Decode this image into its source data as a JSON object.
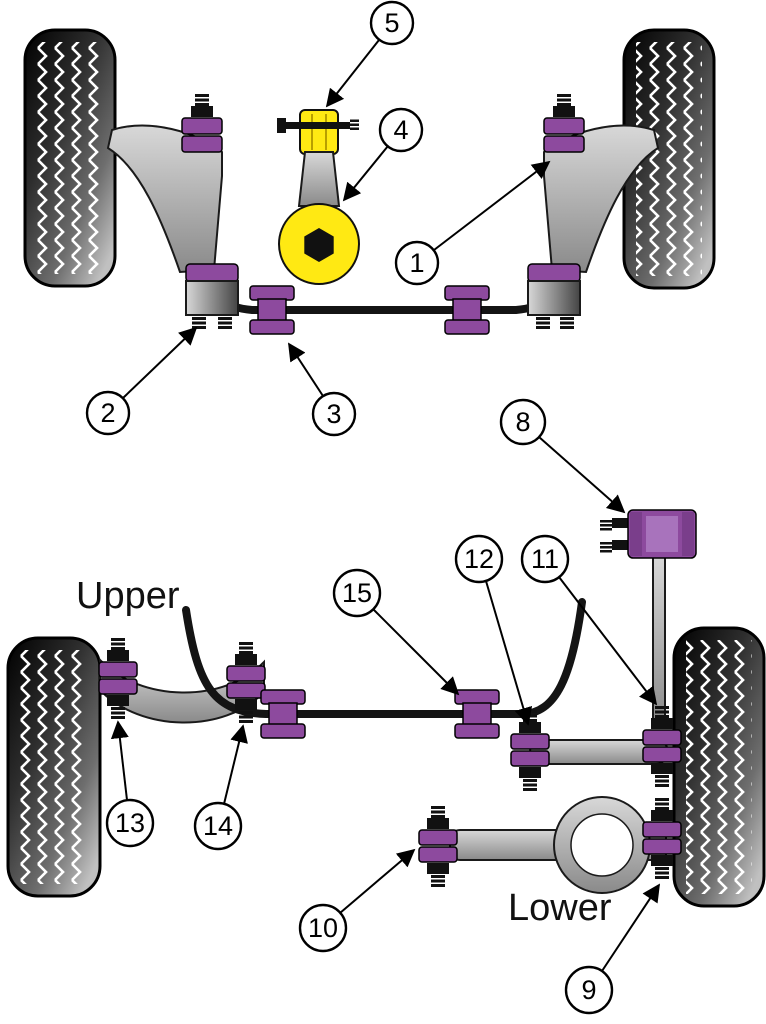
{
  "diagram": {
    "section_labels": {
      "upper": "Upper",
      "lower": "Lower"
    },
    "callouts": {
      "c1": "1",
      "c2": "2",
      "c3": "3",
      "c4": "4",
      "c5": "5",
      "c8": "8",
      "c9": "9",
      "c10": "10",
      "c11": "11",
      "c12": "12",
      "c13": "13",
      "c14": "14",
      "c15": "15"
    },
    "colors": {
      "bushing_purple": "#8d4a9e",
      "bushing_purple_light": "#a873bc",
      "mount_yellow": "#ffe913",
      "metal_light": "#d8d8d8",
      "metal_dark": "#6e6e6e",
      "bar_black": "#141414",
      "tire_dark": "#0a0a0a",
      "tire_light": "#c0c0c0",
      "callout_fill": "#ffffff",
      "outline": "#000000"
    }
  }
}
